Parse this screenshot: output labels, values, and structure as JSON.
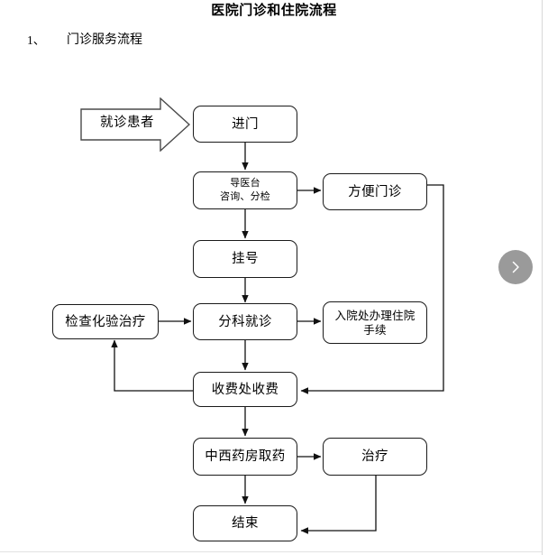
{
  "document": {
    "title": "医院门诊和住院流程",
    "section_number": "1、",
    "section_heading": "门诊服务流程"
  },
  "flowchart": {
    "entry_arrow": {
      "label": "就诊患者",
      "shape": "right-arrow"
    },
    "nodes": [
      {
        "id": "enter",
        "label": "进门"
      },
      {
        "id": "guide-desk",
        "label_line1": "导医台",
        "label_line2": "咨询、分检"
      },
      {
        "id": "convenient",
        "label": "方便门诊"
      },
      {
        "id": "register",
        "label": "挂号"
      },
      {
        "id": "exam-lab",
        "label": "检查化验治疗"
      },
      {
        "id": "department",
        "label": "分科就诊"
      },
      {
        "id": "admission",
        "label_line1": "入院处办理住院",
        "label_line2": "手续"
      },
      {
        "id": "cashier",
        "label": "收费处收费"
      },
      {
        "id": "pharmacy",
        "label": "中西药房取药"
      },
      {
        "id": "treatment",
        "label": "治疗"
      },
      {
        "id": "end",
        "label": "结束"
      }
    ]
  },
  "controls": {
    "next_button": {
      "icon": "chevron-right-icon",
      "color": "#9a9a9a"
    }
  }
}
